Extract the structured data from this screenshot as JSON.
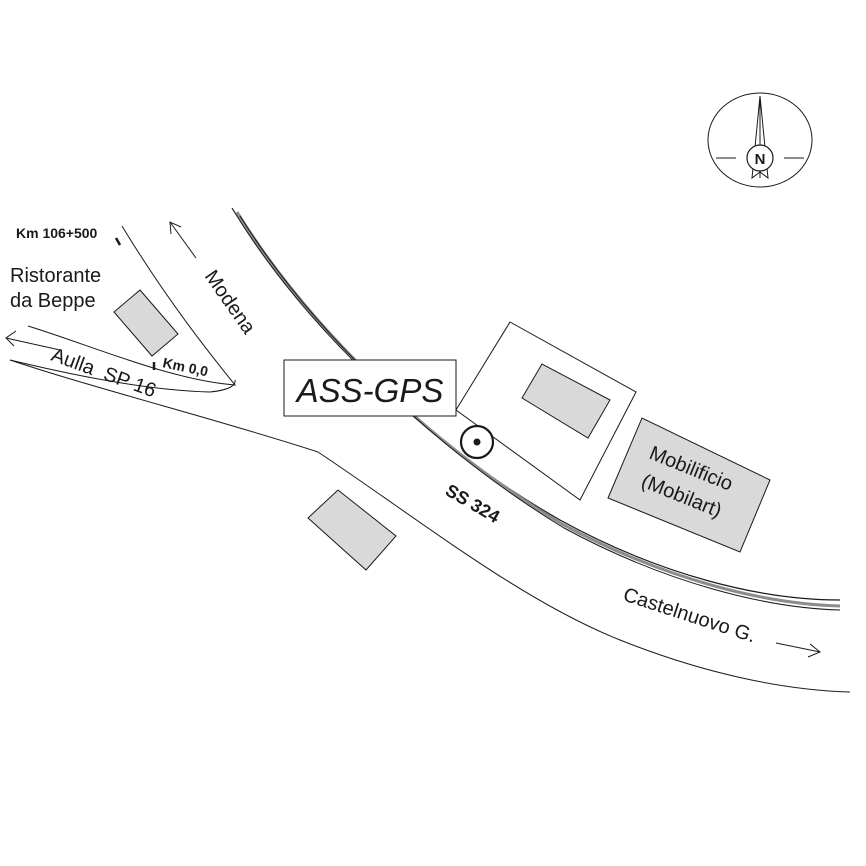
{
  "map": {
    "title": "ASS-GPS",
    "north_label": "N",
    "places": {
      "ristorante_line1": "Ristorante",
      "ristorante_line2": "da Beppe",
      "mobilificio_line1": "Mobilificio",
      "mobilificio_line2": "(Mobilart)"
    },
    "roads": {
      "modena": "Modena",
      "aulla_sp16": "Aulla  SP 16",
      "ss324": "SS 324",
      "castelnuovo": "Castelnuovo G."
    },
    "km_markers": {
      "km_106_500": "Km 106+500",
      "km_0_0": "Km 0,0"
    },
    "colors": {
      "building_fill": "#d9d9d9",
      "line": "#1a1a1a",
      "railway_gray": "#8c8c8c"
    }
  }
}
